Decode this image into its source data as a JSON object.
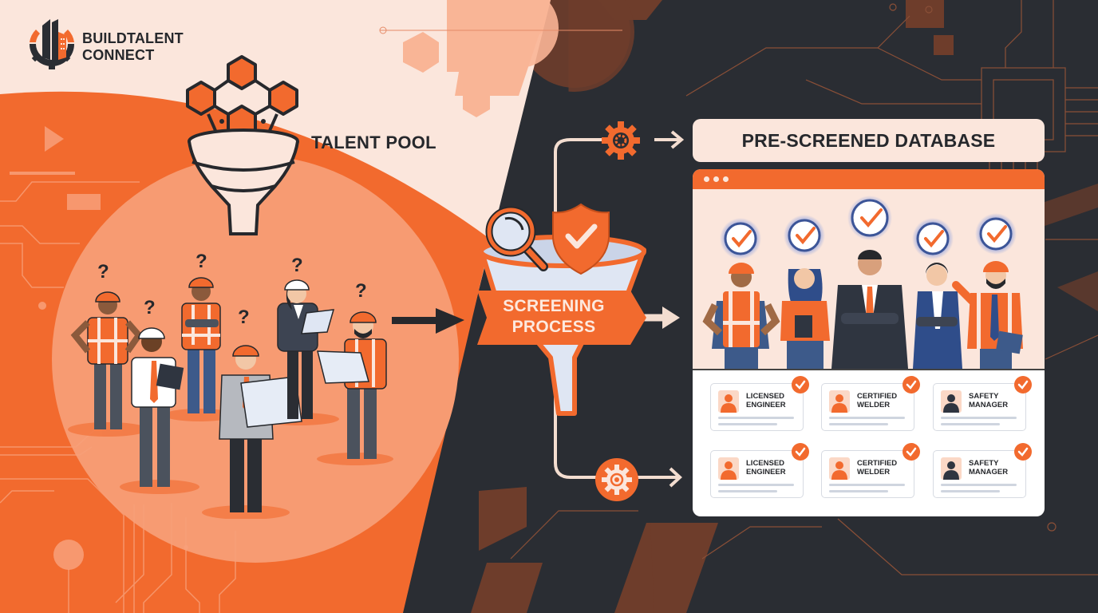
{
  "brand": {
    "line1": "BUILDTALENT",
    "line2": "CONNECT",
    "logo_icon": "building-gear-icon"
  },
  "talent_pool": {
    "label": "TALENT POOL",
    "icon": "funnel-hexagons-icon",
    "candidates": [
      {
        "role": "worker-orange-hardhat-vest",
        "status_icon": "question-mark"
      },
      {
        "role": "worker-white-hardhat-tablet",
        "status_icon": "question-mark"
      },
      {
        "role": "worker-orange-hardhat-arms-crossed",
        "status_icon": "question-mark"
      },
      {
        "role": "engineer-orange-hardhat-blueprint",
        "status_icon": "question-mark"
      },
      {
        "role": "manager-white-hardhat-laptop",
        "status_icon": "question-mark"
      },
      {
        "role": "worker-orange-hardhat-blueprint",
        "status_icon": "question-mark"
      }
    ],
    "question_mark": "?"
  },
  "screening": {
    "line1": "SCREENING",
    "line2": "PROCESS",
    "icons": [
      "magnifier-icon",
      "shield-check-icon",
      "funnel-icon"
    ]
  },
  "flow": {
    "top_gear_icon": "gear-icon",
    "bottom_gear_icon": "gear-search-icon"
  },
  "database": {
    "header": "PRE-SCREENED DATABASE",
    "window_dots": 3,
    "approved_people": [
      {
        "role": "construction-worker",
        "badge": "check"
      },
      {
        "role": "office-professional",
        "badge": "check"
      },
      {
        "role": "executive",
        "badge": "check"
      },
      {
        "role": "business-woman",
        "badge": "check"
      },
      {
        "role": "site-supervisor",
        "badge": "check"
      }
    ],
    "cards": [
      {
        "line1": "LICENSED",
        "line2": "ENGINEER",
        "avatar_color": "#f26a2e"
      },
      {
        "line1": "CERTIFIED",
        "line2": "WELDER",
        "avatar_color": "#f26a2e"
      },
      {
        "line1": "SAFETY",
        "line2": "MANAGER",
        "avatar_color": "#2f3540"
      },
      {
        "line1": "LICENSED",
        "line2": "ENGINEER",
        "avatar_color": "#f26a2e"
      },
      {
        "line1": "CERTIFIED",
        "line2": "WELDER",
        "avatar_color": "#f26a2e"
      },
      {
        "line1": "SAFETY",
        "line2": "MANAGER",
        "avatar_color": "#2f3540"
      }
    ]
  },
  "colors": {
    "accent_orange": "#f26a2e",
    "light_peach": "#fbe6dc",
    "salmon": "#f79b72",
    "dark_bg": "#2a2d33",
    "circuit_brown": "#6e3d2b",
    "ink": "#26282c",
    "check_ring": "#3c5598"
  }
}
